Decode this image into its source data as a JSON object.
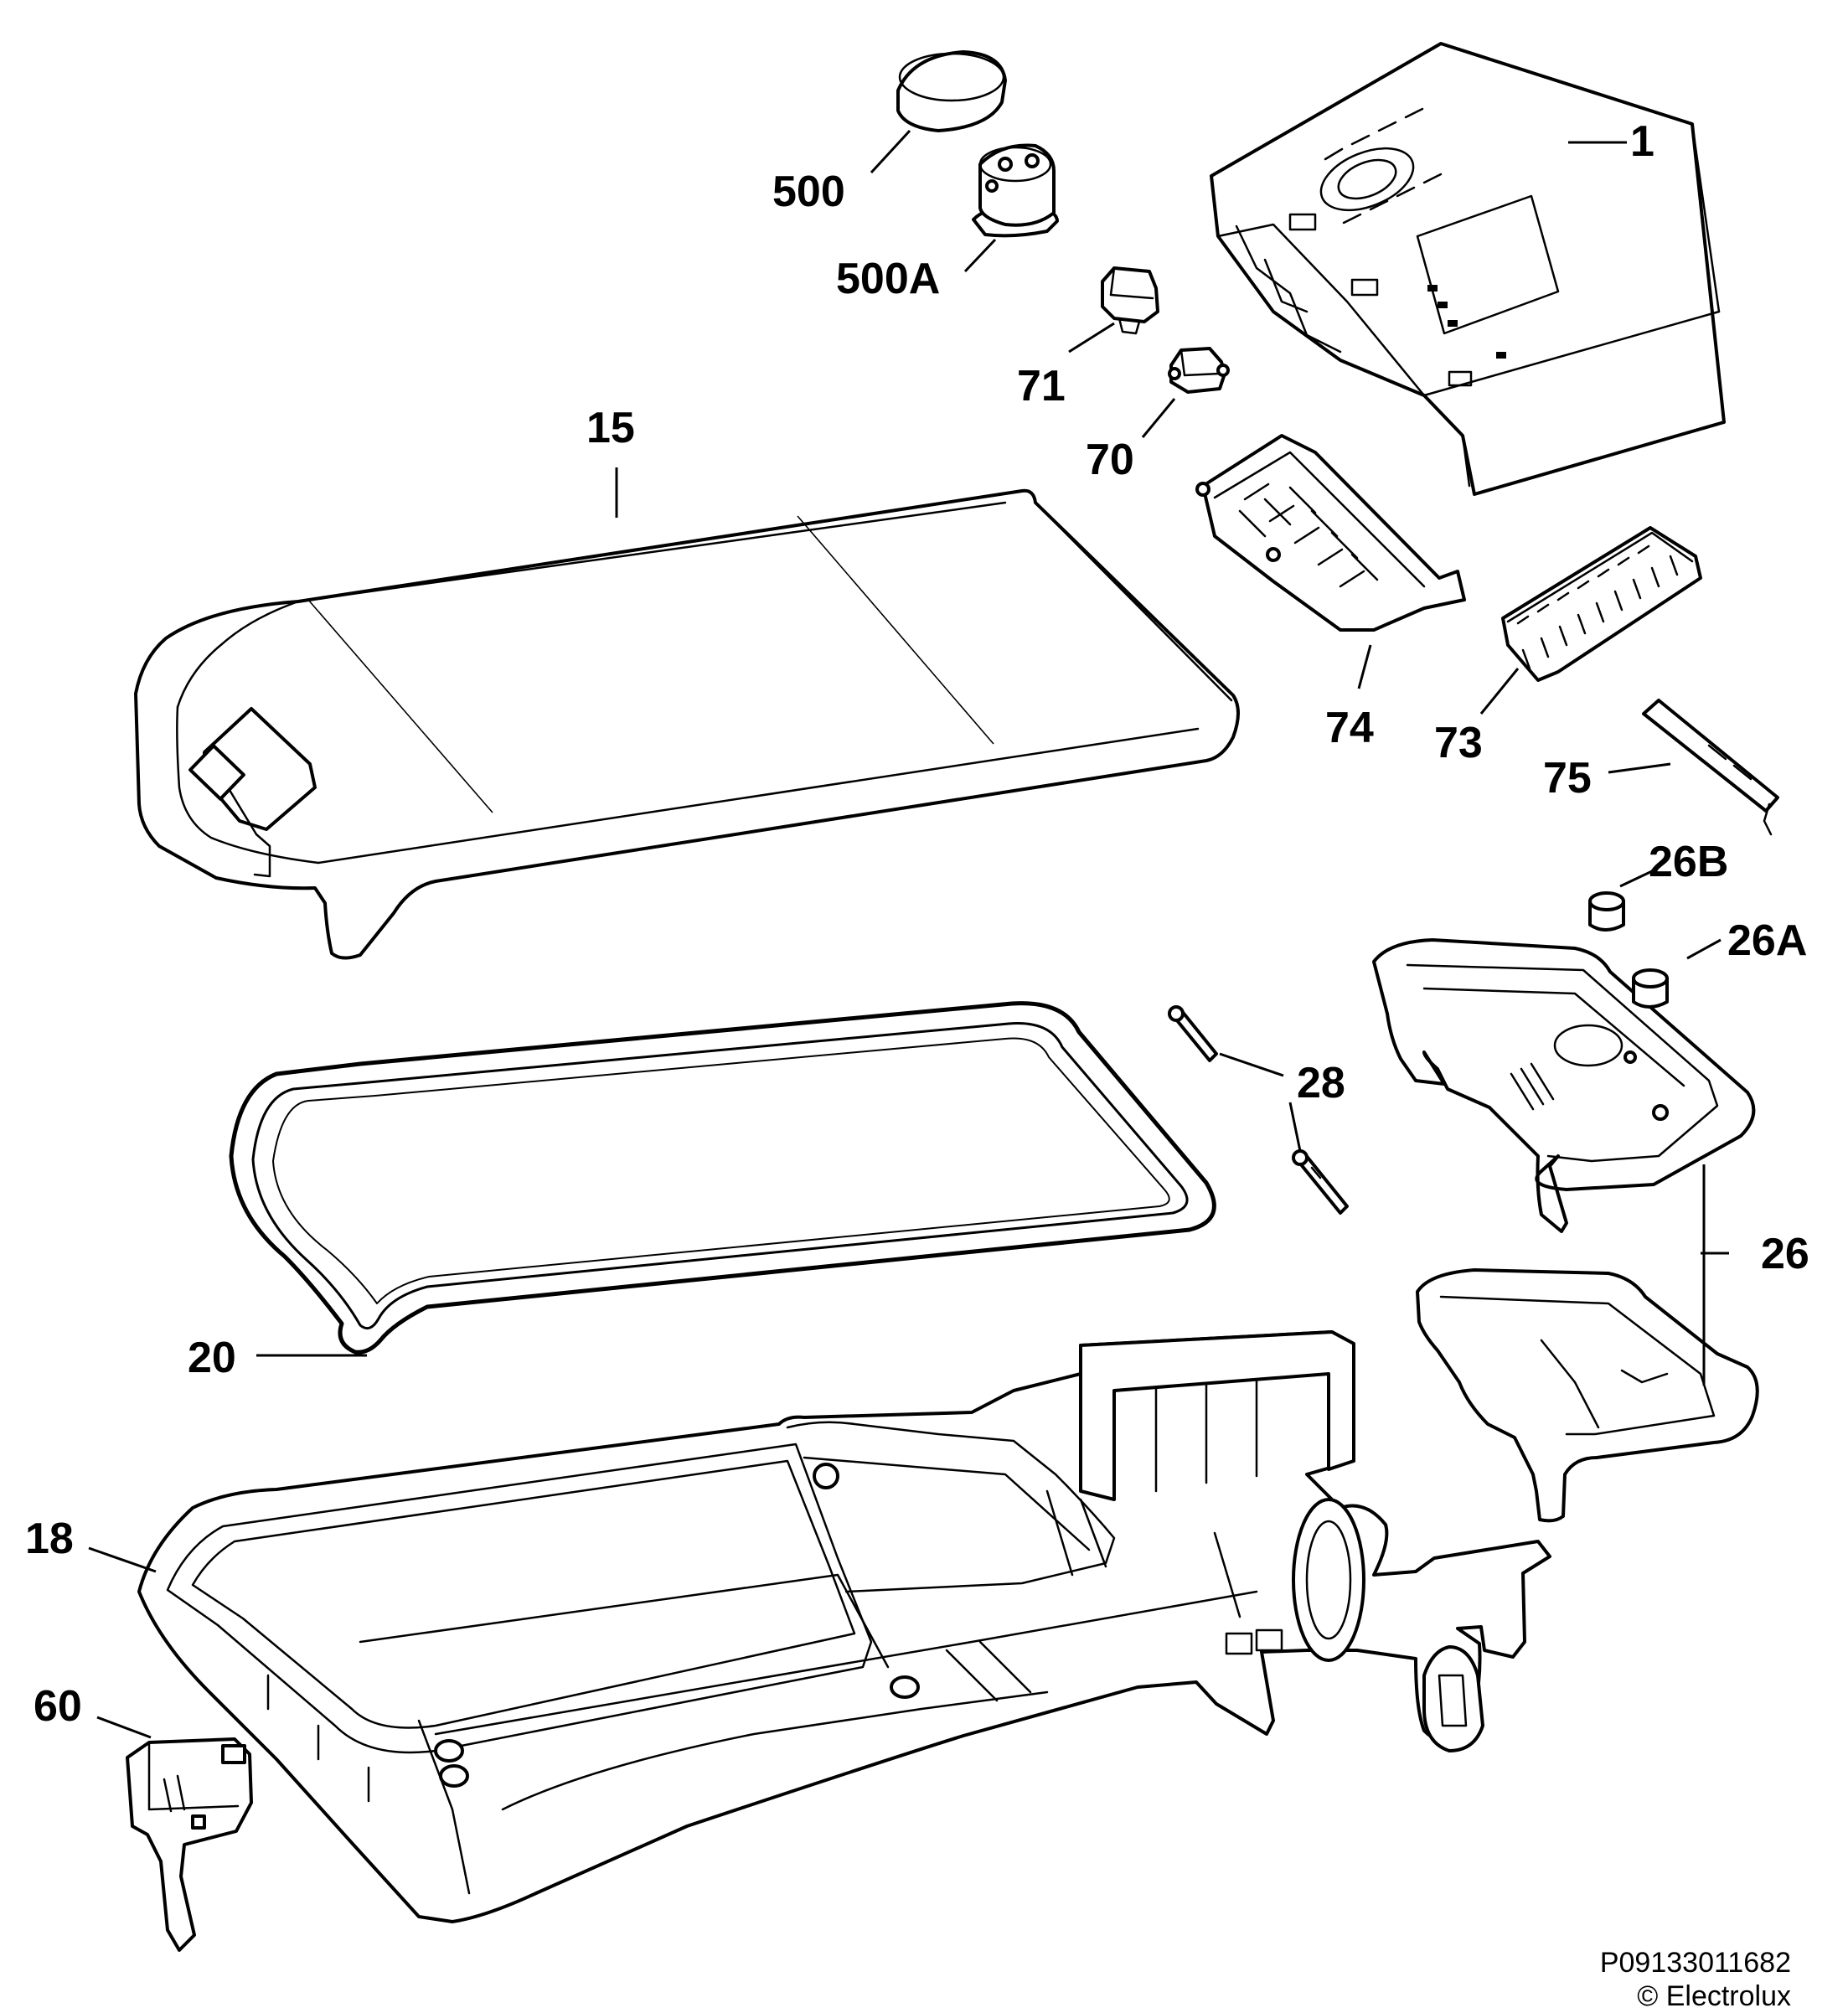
{
  "diagram": {
    "callouts": {
      "c1": "1",
      "c15": "15",
      "c18": "18",
      "c20": "20",
      "c26": "26",
      "c26a": "26A",
      "c26b": "26B",
      "c28": "28",
      "c60": "60",
      "c70": "70",
      "c71": "71",
      "c73": "73",
      "c74": "74",
      "c75": "75",
      "c500": "500",
      "c500a": "500A"
    }
  },
  "footer": {
    "code": "P09133011682",
    "copyright": "© Electrolux"
  }
}
